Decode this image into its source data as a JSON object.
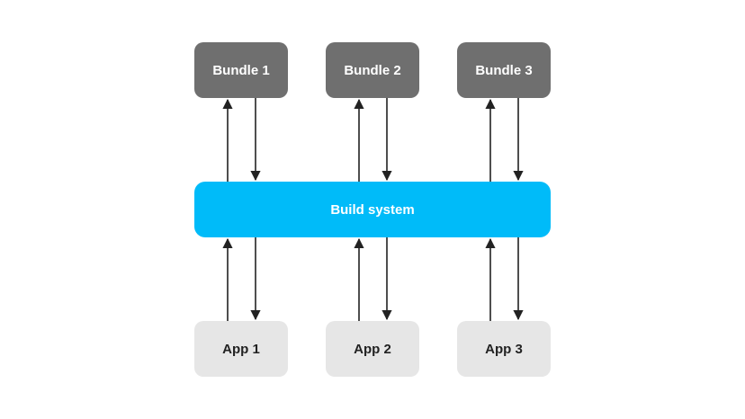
{
  "diagram": {
    "bundles": [
      {
        "label": "Bundle 1"
      },
      {
        "label": "Bundle 2"
      },
      {
        "label": "Bundle 3"
      }
    ],
    "build_system": {
      "label": "Build system"
    },
    "apps": [
      {
        "label": "App 1"
      },
      {
        "label": "App 2"
      },
      {
        "label": "App 3"
      }
    ],
    "colors": {
      "bundle_fill": "#6f6f6f",
      "build_fill": "#00bbf9",
      "app_fill": "#e6e6e6",
      "arrow": "#222222"
    },
    "connections": [
      {
        "from": "Build system",
        "to": "Bundle 1"
      },
      {
        "from": "Bundle 1",
        "to": "Build system"
      },
      {
        "from": "Build system",
        "to": "Bundle 2"
      },
      {
        "from": "Bundle 2",
        "to": "Build system"
      },
      {
        "from": "Build system",
        "to": "Bundle 3"
      },
      {
        "from": "Bundle 3",
        "to": "Build system"
      },
      {
        "from": "App 1",
        "to": "Build system"
      },
      {
        "from": "Build system",
        "to": "App 1"
      },
      {
        "from": "App 2",
        "to": "Build system"
      },
      {
        "from": "Build system",
        "to": "App 2"
      },
      {
        "from": "App 3",
        "to": "Build system"
      },
      {
        "from": "Build system",
        "to": "App 3"
      }
    ]
  }
}
